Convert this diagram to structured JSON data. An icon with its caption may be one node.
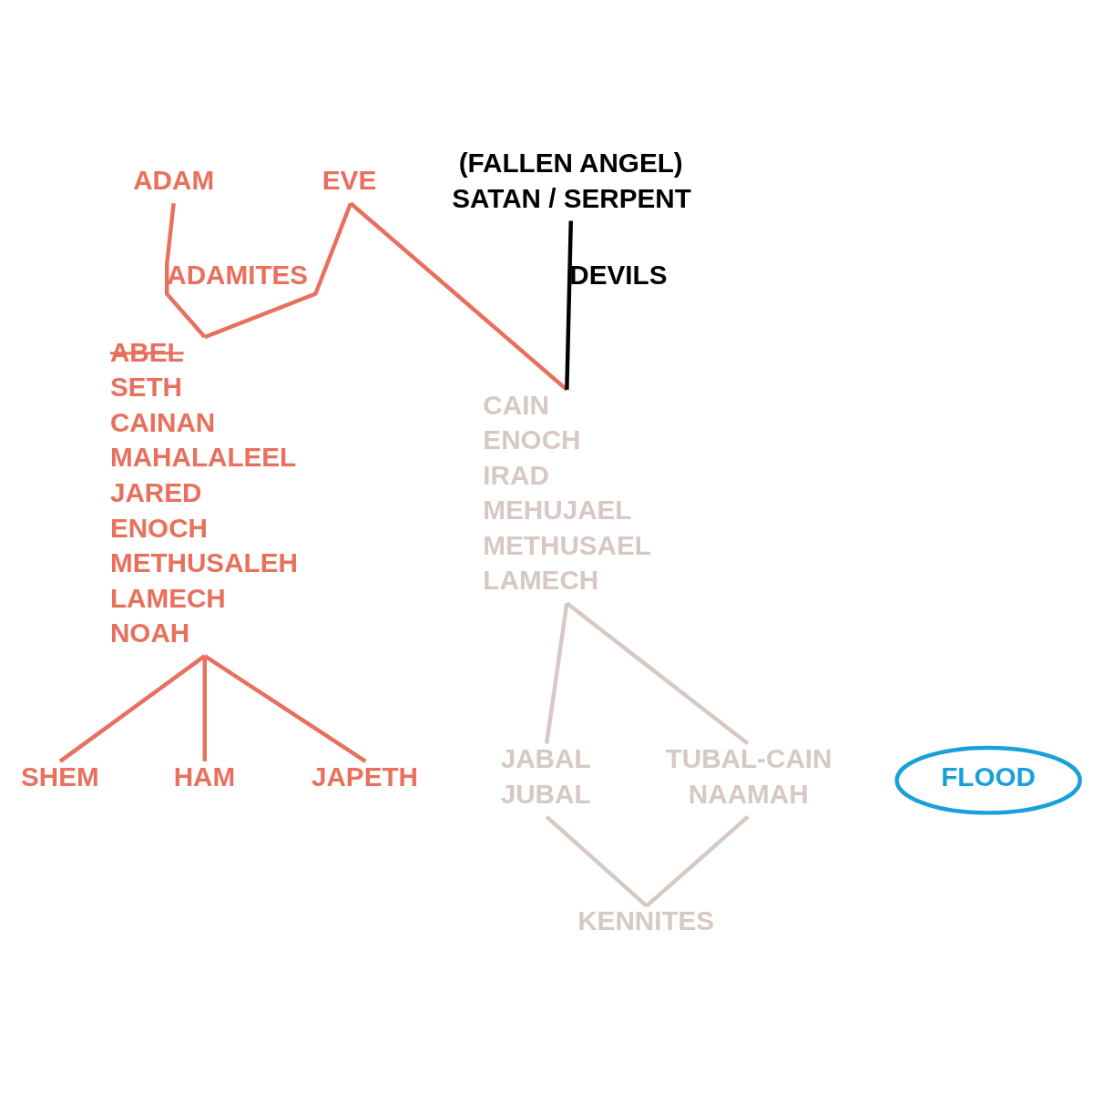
{
  "diagram": {
    "nodes": [
      {
        "text": [
          "ADAM"
        ]
      },
      {
        "text": [
          "EVE"
        ]
      },
      {
        "text": [
          "(FALLEN ANGEL)",
          "SATAN / SERPENT"
        ]
      },
      {
        "text": [
          "ABEL",
          "SETH",
          "CAINAN",
          "MAHALALEEL",
          "JARED",
          "ENOCH",
          "METHUSALEH",
          "LAMECH",
          "NOAH"
        ]
      },
      {
        "text": [
          "CAIN",
          "ENOCH",
          "IRAD",
          "MEHUJAEL",
          "METHUSAEL",
          "LAMECH"
        ]
      },
      {
        "text": [
          "JABAL",
          "JUBAL"
        ]
      },
      {
        "text": [
          "TUBAL-CAIN",
          "NAAMAH"
        ]
      },
      {
        "text": [
          "FLOOD"
        ]
      },
      {
        "text": [
          "SHEM"
        ]
      },
      {
        "text": [
          "HAM"
        ]
      },
      {
        "text": [
          "JAPETH"
        ]
      },
      {
        "text": [
          "KENNITES"
        ]
      }
    ],
    "edges": [
      {
        "from": 0,
        "to": 3,
        "arrow": "none",
        "label": "ADAMITES"
      },
      {
        "from": 1,
        "to": 3,
        "arrow": "none"
      },
      {
        "from": 1,
        "to": 4,
        "arrow": "none"
      },
      {
        "from": 2,
        "to": 4,
        "arrow": "none",
        "label": "DEVILS",
        "color": "#000000"
      },
      {
        "from": 3,
        "to": 8,
        "arrow": "none"
      },
      {
        "from": 3,
        "to": 9,
        "arrow": "none"
      },
      {
        "from": 3,
        "to": 10,
        "arrow": "none"
      },
      {
        "from": 4,
        "to": 5,
        "arrow": "none",
        "color": "#d6c9c4"
      },
      {
        "from": 4,
        "to": 6,
        "arrow": "none",
        "color": "#d6c9c4"
      },
      {
        "from": 5,
        "to": 11,
        "arrow": "none",
        "color": "#d6c9c4"
      },
      {
        "from": 6,
        "to": 11,
        "arrow": "none",
        "color": "#d6c9c4"
      }
    ]
  }
}
